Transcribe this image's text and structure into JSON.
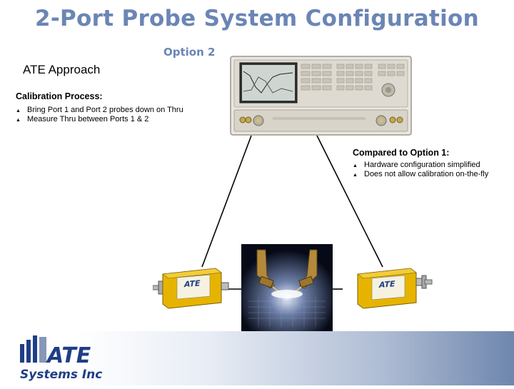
{
  "title": "2-Port Probe System Configuration",
  "subtitle": "Option 2",
  "section_heading": "ATE Approach",
  "calibration": {
    "heading": "Calibration Process:",
    "bullet_glyph": "▲",
    "items": [
      "Bring Port 1 and Port 2 probes down on Thru",
      "Measure Thru between Ports 1 & 2"
    ]
  },
  "comparison": {
    "heading": "Compared to Option 1:",
    "bullet_glyph": "▲",
    "items": [
      "Hardware configuration simplified",
      "Does not allow calibration on-the-fly"
    ]
  },
  "module_label": "ATE",
  "logo": {
    "brand": "ATE",
    "tagline": "Systems Inc"
  },
  "colors": {
    "title": "#6b85b5",
    "connector_line": "#000000",
    "module_body": "#e8b800",
    "logo_blue": "#1f3e86"
  }
}
